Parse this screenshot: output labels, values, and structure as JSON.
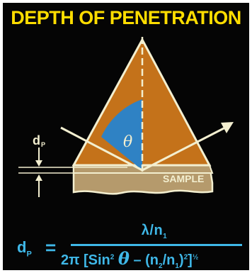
{
  "title": "DEPTH OF PENETRATION",
  "colors": {
    "background": "#050505",
    "title": "#ffdd00",
    "prism": "#c4721a",
    "angle": "#2f82c4",
    "sample": "#b59a6c",
    "lines": "#f3efd0",
    "formula": "#3fb8e8"
  },
  "diagram": {
    "angle_symbol": "θ",
    "sample_label": "SAMPLE",
    "depth_label_main": "d",
    "depth_label_sub": "P"
  },
  "formula": {
    "lhs_main": "d",
    "lhs_sub": "P",
    "equals": "=",
    "numerator": "λ/n",
    "numerator_sub": "1",
    "den_prefix": "2π [Sin",
    "den_sup": "2",
    "den_theta": "θ",
    "den_mid": " – (n",
    "den_sub1": "2",
    "den_slash": "/n",
    "den_sub2": "1",
    "den_close": ")",
    "den_sup2": "2",
    "den_end": "]",
    "den_exp": "½"
  }
}
